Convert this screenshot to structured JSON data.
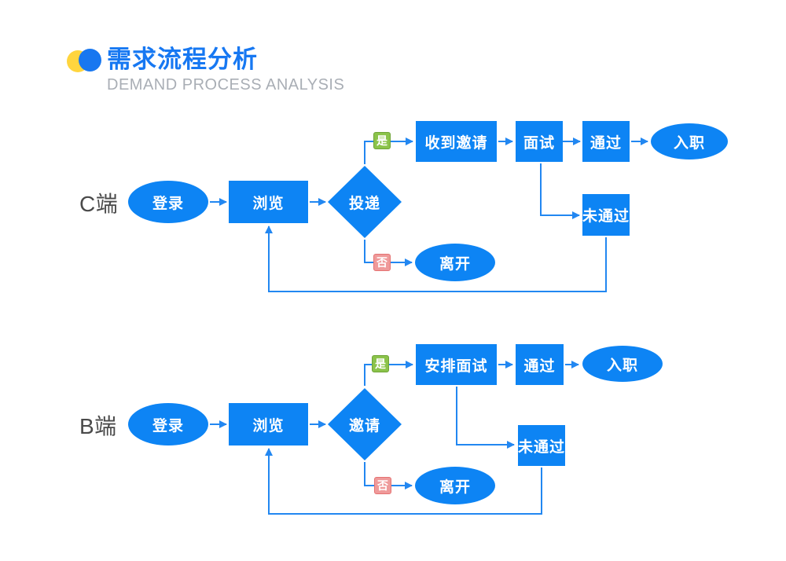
{
  "header": {
    "title": "需求流程分析",
    "subtitle": "DEMAND PROCESS ANALYSIS"
  },
  "labels": {
    "yes": "是",
    "no": "否"
  },
  "colors": {
    "node_blue": "#0d84f4",
    "line_blue": "#2287f1",
    "yes_green": "#8bc34a",
    "no_pink": "#ef9a9a",
    "title_blue": "#1778f2",
    "subtitle_gray": "#a9aeb5",
    "row_label_gray": "#4a4a4a",
    "dot_yellow": "#ffd53e",
    "dot_blue": "#1877f0"
  },
  "flows": [
    {
      "row_label": "C端",
      "nodes": {
        "login": "登录",
        "browse": "浏览",
        "decision": "投递",
        "after_yes": "收到邀请",
        "interview": "面试",
        "pass": "通过",
        "onboard": "入职",
        "fail": "未通过",
        "leave": "离开"
      }
    },
    {
      "row_label": "B端",
      "nodes": {
        "login": "登录",
        "browse": "浏览",
        "decision": "邀请",
        "after_yes": "安排面试",
        "pass": "通过",
        "onboard": "入职",
        "fail": "未通过",
        "leave": "离开"
      }
    }
  ]
}
